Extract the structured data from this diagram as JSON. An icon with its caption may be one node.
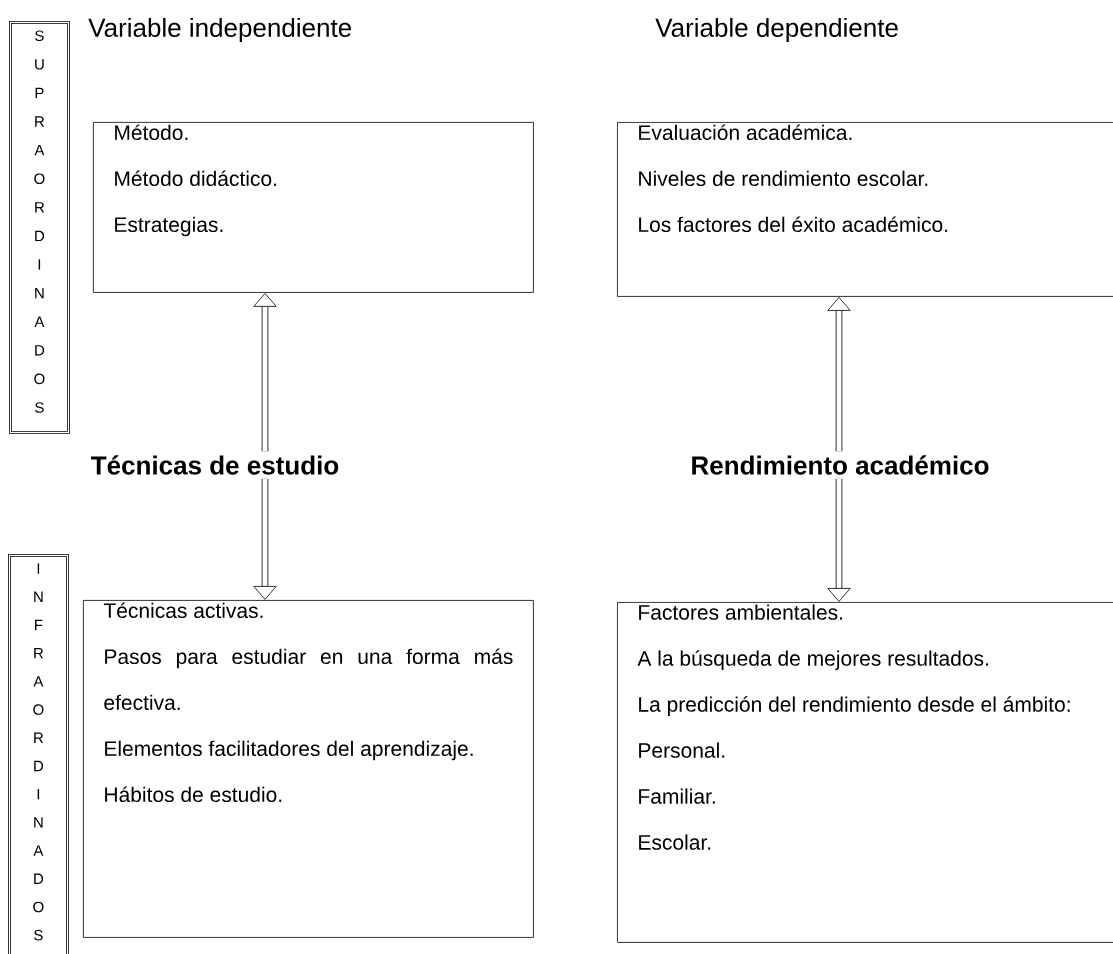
{
  "diagram": {
    "nodes": [
      {
        "text": [
          "S U P R A O R D I N A D O S"
        ]
      },
      {
        "text": [
          "Método.",
          "Método didáctico.",
          "Estrategias."
        ]
      },
      {
        "text": [
          "Evaluación académica.",
          "Niveles de rendimiento escolar.",
          "Los factores del éxito académico."
        ]
      },
      {
        "text": [
          "Técnicas de estudio"
        ]
      },
      {
        "text": [
          "Rendimiento académico"
        ]
      },
      {
        "text": [
          "I N F R A O R D I N A D O S"
        ]
      },
      {
        "text": [
          "Técnicas activas.",
          "Pasos para estudiar en una forma más efectiva.",
          "Elementos facilitadores del aprendizaje.",
          "Hábitos de estudio."
        ]
      },
      {
        "text": [
          "Factores ambientales.",
          "A la búsqueda de mejores resultados.",
          "La predicción del rendimiento desde el ámbito:",
          "Personal.",
          "Familiar.",
          "Escolar."
        ]
      }
    ],
    "edges": [
      {
        "from": 3,
        "to": 1,
        "arrow": "to"
      },
      {
        "from": 4,
        "to": 2,
        "arrow": "to"
      },
      {
        "from": 3,
        "to": 6,
        "arrow": "to"
      },
      {
        "from": 4,
        "to": 7,
        "arrow": "to"
      }
    ],
    "labels": [
      "Variable independiente",
      "Variable dependiente"
    ]
  }
}
